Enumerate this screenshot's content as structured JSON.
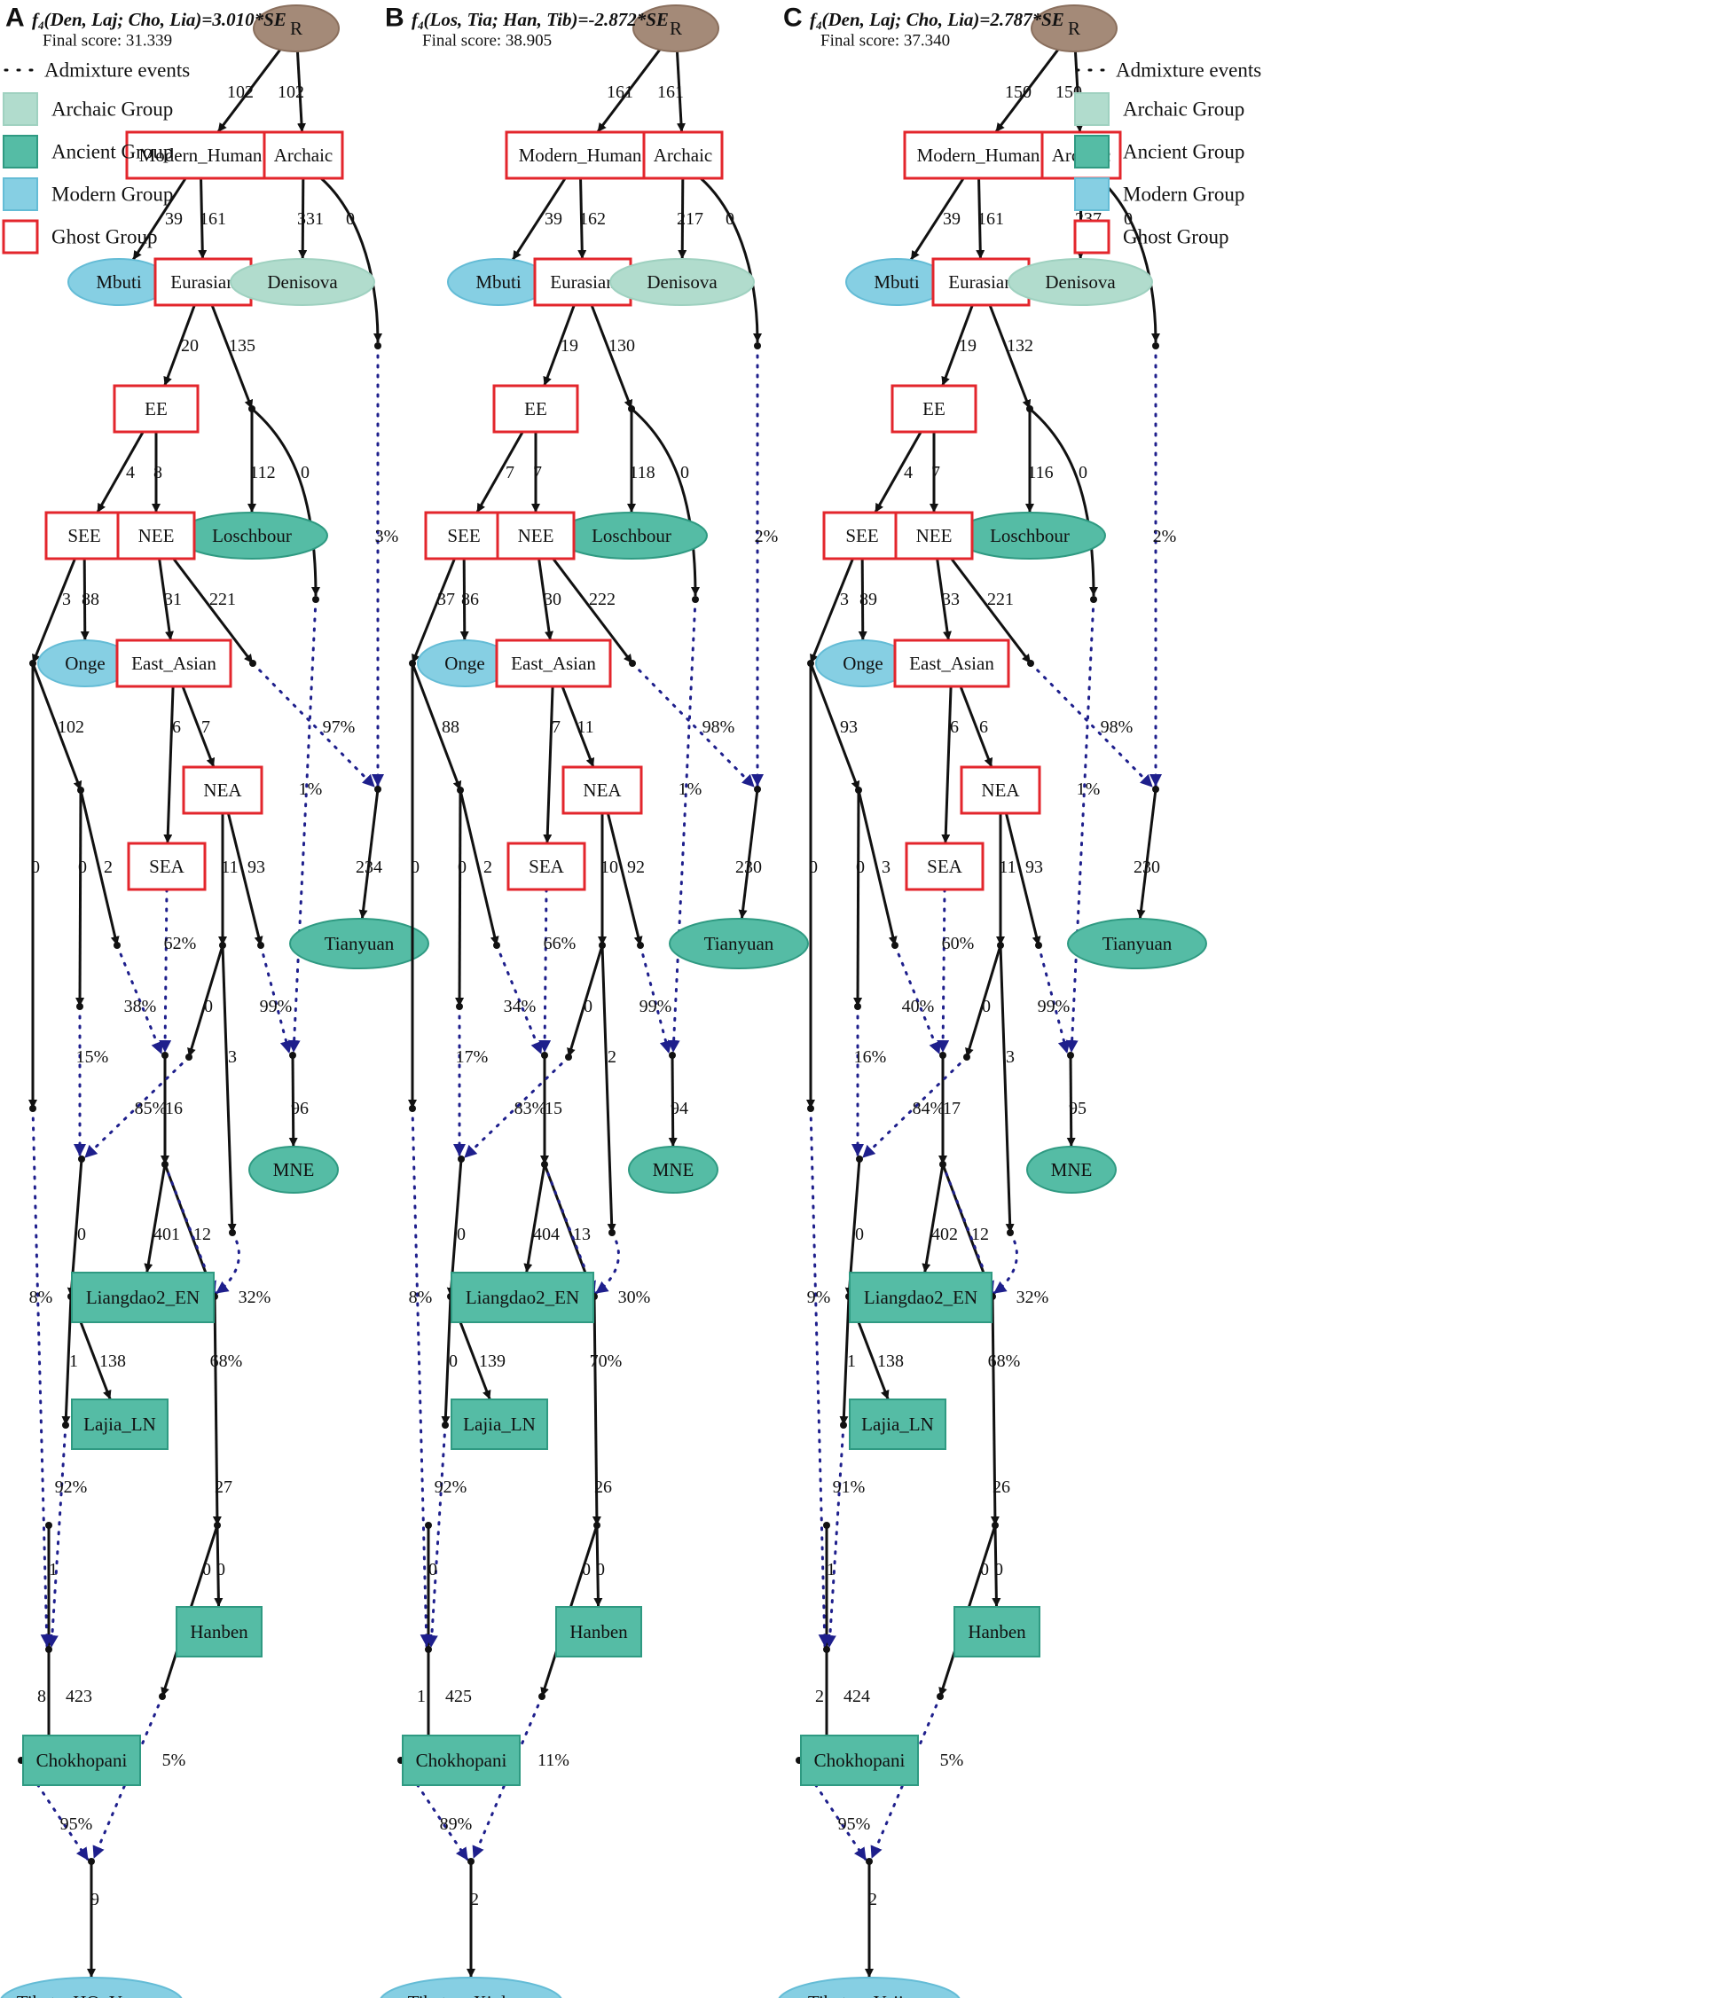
{
  "colors": {
    "archaic": "#b1dccd",
    "ancient": "#55bca5",
    "modern": "#86cfe3",
    "ghost_border": "#e3262c",
    "root": "#a48a78",
    "admixture": "#1e1f8c",
    "edge": "#111111"
  },
  "legend_items": {
    "admixture": "Admixture events",
    "archaic": "Archaic Group",
    "ancient": "Ancient Group",
    "modern": "Modern Group",
    "ghost": "Ghost Group"
  },
  "panels": [
    {
      "letter": "A",
      "stat_f": "f",
      "stat_sub": "4",
      "stat_rest": "(Den, Laj; Cho, Lia)=3.010*SE",
      "final_score": "Final score: 31.339",
      "nodes": {
        "target": "TibetanHO_Yunnan"
      },
      "edges": {
        "R_MH": "102",
        "R_Ar": "102",
        "MH_Mb": "39",
        "MH_Eu": "161",
        "Ar_De": "331",
        "Ar_a1": "0",
        "Eu_EE": "20",
        "Eu_e1": "135",
        "e1_Lo": "112",
        "e1_e2": "0",
        "EE_SEE": "4",
        "EE_NEE": "8",
        "SEE_s1": "3",
        "SEE_On": "88",
        "NEE_EA": "31",
        "NEE_n1": "221",
        "EA_SEA": "6",
        "EA_NEA": "7",
        "s1_s2": "102",
        "s1_s3": "0",
        "s2_s4": "0",
        "s2_s5": "2",
        "NEA_n2": "11",
        "NEA_n3": "93",
        "Ti": "234",
        "n2_n5": "0",
        "n2_n6": "3",
        "h1": "16",
        "MNE": "96",
        "h2_LE": "401",
        "h2_h3": "12",
        "h4": "0",
        "h6_Lj": "138",
        "h6_h7": "1",
        "h9": "27",
        "h9_Hb": "0",
        "h9_h10": "0",
        "h8": "1",
        "h11_Ch": "423",
        "h11_h12": "8",
        "final": "9"
      },
      "admix": {
        "a1": "3%",
        "n1": "97%",
        "e2": "1%",
        "n3": "99%",
        "SEA": "62%",
        "s5": "38%",
        "s4": "15%",
        "n5": "85%",
        "s3": "8%",
        "h7": "92%",
        "n6": "32%",
        "h3": "68%",
        "h10": "5%",
        "h12": "95%"
      }
    },
    {
      "letter": "B",
      "stat_f": "f",
      "stat_sub": "4",
      "stat_rest": "(Los, Tia; Han, Tib)=-2.872*SE",
      "final_score": "Final score: 38.905",
      "nodes": {
        "target": "Tibetan_Xinlong"
      },
      "edges": {
        "R_MH": "161",
        "R_Ar": "161",
        "MH_Mb": "39",
        "MH_Eu": "162",
        "Ar_De": "217",
        "Ar_a1": "0",
        "Eu_EE": "19",
        "Eu_e1": "130",
        "e1_Lo": "118",
        "e1_e2": "0",
        "EE_SEE": "7",
        "EE_NEE": "7",
        "SEE_s1": "37",
        "SEE_On": "86",
        "NEE_EA": "30",
        "NEE_n1": "222",
        "EA_SEA": "7",
        "EA_NEA": "11",
        "s1_s2": "88",
        "s1_s3": "0",
        "s2_s4": "0",
        "s2_s5": "2",
        "NEA_n2": "10",
        "NEA_n3": "92",
        "Ti": "230",
        "n2_n5": "0",
        "n2_n6": "2",
        "h1": "15",
        "MNE": "94",
        "h2_LE": "404",
        "h2_h3": "13",
        "h4": "0",
        "h6_Lj": "139",
        "h6_h7": "0",
        "h9": "26",
        "h9_Hb": "0",
        "h9_h10": "0",
        "h8": "0",
        "h11_Ch": "425",
        "h11_h12": "1",
        "final": "2"
      },
      "admix": {
        "a1": "2%",
        "n1": "98%",
        "e2": "1%",
        "n3": "99%",
        "SEA": "66%",
        "s5": "34%",
        "s4": "17%",
        "n5": "83%",
        "s3": "8%",
        "h7": "92%",
        "n6": "30%",
        "h3": "70%",
        "h10": "11%",
        "h12": "89%"
      }
    },
    {
      "letter": "C",
      "stat_f": "f",
      "stat_sub": "4",
      "stat_rest": "(Den, Laj; Cho, Lia)=2.787*SE",
      "final_score": "Final score: 37.340",
      "nodes": {
        "target": "Tibetan_Yajiang"
      },
      "edges": {
        "R_MH": "150",
        "R_Ar": "150",
        "MH_Mb": "39",
        "MH_Eu": "161",
        "Ar_De": "237",
        "Ar_a1": "0",
        "Eu_EE": "19",
        "Eu_e1": "132",
        "e1_Lo": "116",
        "e1_e2": "0",
        "EE_SEE": "4",
        "EE_NEE": "7",
        "SEE_s1": "3",
        "SEE_On": "89",
        "NEE_EA": "33",
        "NEE_n1": "221",
        "EA_SEA": "6",
        "EA_NEA": "6",
        "s1_s2": "93",
        "s1_s3": "0",
        "s2_s4": "0",
        "s2_s5": "3",
        "NEA_n2": "11",
        "NEA_n3": "93",
        "Ti": "230",
        "n2_n5": "0",
        "n2_n6": "3",
        "h1": "17",
        "MNE": "95",
        "h2_LE": "402",
        "h2_h3": "12",
        "h4": "0",
        "h6_Lj": "138",
        "h6_h7": "1",
        "h9": "26",
        "h9_Hb": "0",
        "h9_h10": "0",
        "h8": "1",
        "h11_Ch": "424",
        "h11_h12": "2",
        "final": "2"
      },
      "admix": {
        "a1": "2%",
        "n1": "98%",
        "e2": "1%",
        "n3": "99%",
        "SEA": "60%",
        "s5": "40%",
        "s4": "16%",
        "n5": "84%",
        "s3": "9%",
        "h7": "91%",
        "n6": "32%",
        "h3": "68%",
        "h10": "5%",
        "h12": "95%"
      }
    }
  ],
  "node_labels": {
    "R": "R",
    "MH": "Modern_Human",
    "Ar": "Archaic",
    "Mb": "Mbuti",
    "Eu": "Eurasian",
    "De": "Denisova",
    "EE": "EE",
    "Lo": "Loschbour",
    "SEE": "SEE",
    "NEE": "NEE",
    "On": "Onge",
    "EA": "East_Asian",
    "NEA": "NEA",
    "SEA": "SEA",
    "Ti": "Tianyuan",
    "MNE": "MNE",
    "LE": "Liangdao2_EN",
    "Lj": "Lajia_LN",
    "Hb": "Hanben",
    "Ch": "Chokhopani"
  }
}
